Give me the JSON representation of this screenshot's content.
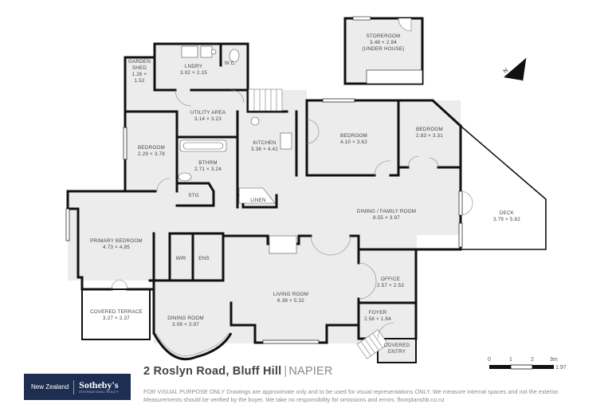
{
  "property": {
    "address": "2 Roslyn Road, Bluff Hill",
    "separator": "|",
    "city": "NAPIER"
  },
  "brand": {
    "region": "New Zealand",
    "name": "Sotheby's",
    "tagline": "INTERNATIONAL REALTY",
    "bg_color": "#1d2e52"
  },
  "disclaimer": "FOR VISUAL PURPOSE ONLY Drawings are approximate only and to be used for visual representations ONLY. We measure internal spaces and not the exterior. Measurements should be verified by the buyer. We take no responsibility for omissions and errors. floorplanshb.co.nz",
  "scale": {
    "ticks": [
      "0",
      "1",
      "2",
      "3m"
    ],
    "ratio": "1:97"
  },
  "compass": {
    "label": "N",
    "icon": "north-arrow-icon"
  },
  "colors": {
    "floor": "#ececec",
    "wall": "#111111",
    "outdoor": "#ffffff"
  },
  "rooms": [
    {
      "id": "storeroom",
      "name": "STOREROOM",
      "dims": "3.48 × 2.94",
      "note": "(UNDER HOUSE)"
    },
    {
      "id": "garden-shed",
      "name": "GARDEN",
      "name2": "SHED",
      "dims": "1.26 ×",
      "dims2": "1.52"
    },
    {
      "id": "laundry",
      "name": "LNDRY",
      "dims": "3.02 × 2.15"
    },
    {
      "id": "wc",
      "name": "W.C."
    },
    {
      "id": "utility",
      "name": "UTILITY AREA",
      "dims": "3.14 × 3.23"
    },
    {
      "id": "bedroom-3",
      "name": "BEDROOM",
      "dims": "2.29 × 3.78"
    },
    {
      "id": "bathroom",
      "name": "BTHRM",
      "dims": "2.71 × 3.24"
    },
    {
      "id": "kitchen",
      "name": "KITCHEN",
      "dims": "3.36 × 4.41"
    },
    {
      "id": "bedroom-2",
      "name": "BEDROOM",
      "dims": "4.10 × 3.62"
    },
    {
      "id": "bedroom-4",
      "name": "BEDROOM",
      "dims": "2.83 × 3.31"
    },
    {
      "id": "stg",
      "name": "STG"
    },
    {
      "id": "linen",
      "name": "LINEN"
    },
    {
      "id": "dining-family",
      "name": "DINING / FAMILY ROOM",
      "dims": "8.55 × 3.97"
    },
    {
      "id": "deck",
      "name": "DECK",
      "dims": "3.79 × 5.82"
    },
    {
      "id": "primary-bedroom",
      "name": "PRIMARY BEDROOM",
      "dims": "4.73 × 4.85"
    },
    {
      "id": "wir",
      "name": "WIR"
    },
    {
      "id": "ens",
      "name": "ENS"
    },
    {
      "id": "living",
      "name": "LIVING ROOM",
      "dims": "6.38 × 5.32"
    },
    {
      "id": "office",
      "name": "OFFICE",
      "dims": "2.57 × 2.53"
    },
    {
      "id": "foyer",
      "name": "FOYER",
      "dims": "2.58 × 1.64"
    },
    {
      "id": "covered-terrace",
      "name": "COVERED TERRACE",
      "dims": "3.27 × 2.37"
    },
    {
      "id": "dining-room",
      "name": "DINING ROOM",
      "dims": "3.09 × 3.97"
    },
    {
      "id": "covered-entry",
      "name": "COVERED",
      "name2": "ENTRY"
    }
  ]
}
